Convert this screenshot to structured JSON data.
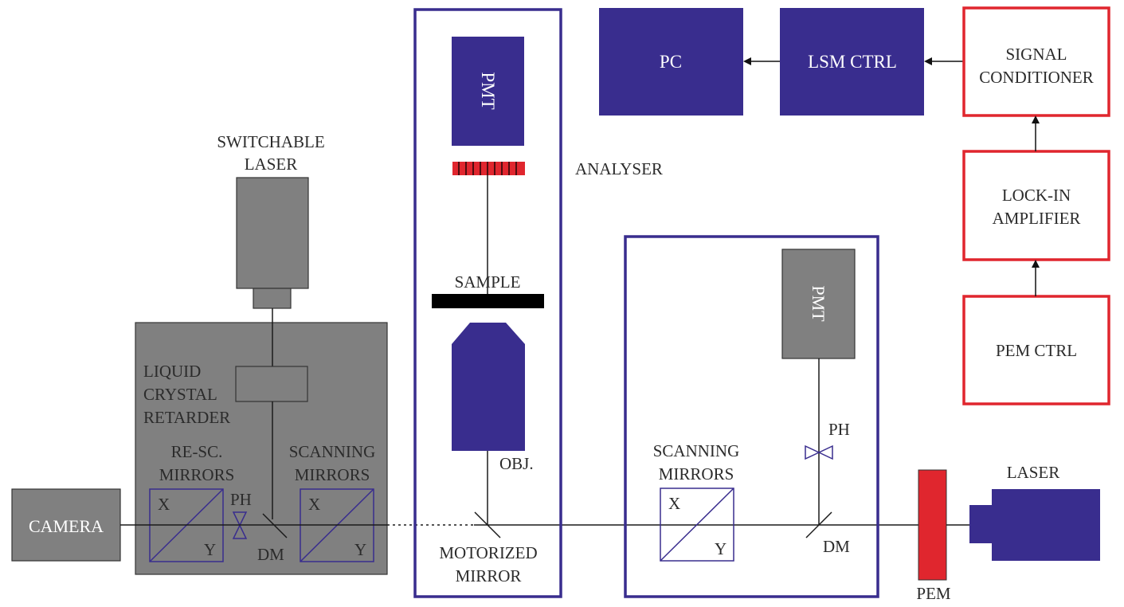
{
  "labels": {
    "camera": "CAMERA",
    "switchable_laser_1": "SWITCHABLE",
    "switchable_laser_2": "LASER",
    "lcr_1": "LIQUID",
    "lcr_2": "CRYSTAL",
    "lcr_3": "RETARDER",
    "resc_1": "RE-SC.",
    "resc_2": "MIRRORS",
    "scan_left_1": "SCANNING",
    "scan_left_2": "MIRRORS",
    "x_left1": "X",
    "y_left1": "Y",
    "x_left2": "X",
    "y_left2": "Y",
    "ph_left": "PH",
    "dm_left": "DM",
    "pmt_top": "PMT",
    "analyser": "ANALYSER",
    "sample": "SAMPLE",
    "obj": "OBJ.",
    "motorized_1": "MOTORIZED",
    "motorized_2": "MIRROR",
    "pc": "PC",
    "lsm_ctrl": "LSM CTRL",
    "signal_1": "SIGNAL",
    "signal_2": "CONDITIONER",
    "lockin_1": "LOCK-IN",
    "lockin_2": "AMPLIFIER",
    "pem_ctrl": "PEM CTRL",
    "pmt_right": "PMT",
    "ph_right": "PH",
    "scan_right_1": "SCANNING",
    "scan_right_2": "MIRRORS",
    "x_right": "X",
    "y_right": "Y",
    "dm_right": "DM",
    "pem": "PEM",
    "laser": "LASER"
  },
  "colors": {
    "navy": "#392d8e",
    "gray": "#808080",
    "red": "#e0262e",
    "black": "#000000"
  }
}
